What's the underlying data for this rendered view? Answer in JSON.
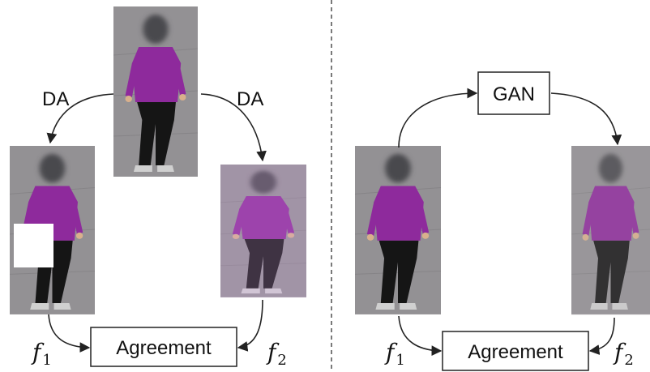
{
  "left_panel": {
    "da_left": "DA",
    "da_right": "DA",
    "f1_main": "f",
    "f1_sub": "1",
    "f2_main": "f",
    "f2_sub": "2",
    "agreement": "Agreement"
  },
  "right_panel": {
    "gan": "GAN",
    "f1_main": "f",
    "f1_sub": "1",
    "f2_main": "f",
    "f2_sub": "2",
    "agreement": "Agreement"
  },
  "colors": {
    "shirt": "#8e2a9c",
    "pants": "#151515",
    "pavement": "#8c8a8d",
    "face_blur": "#4a4a4d"
  }
}
